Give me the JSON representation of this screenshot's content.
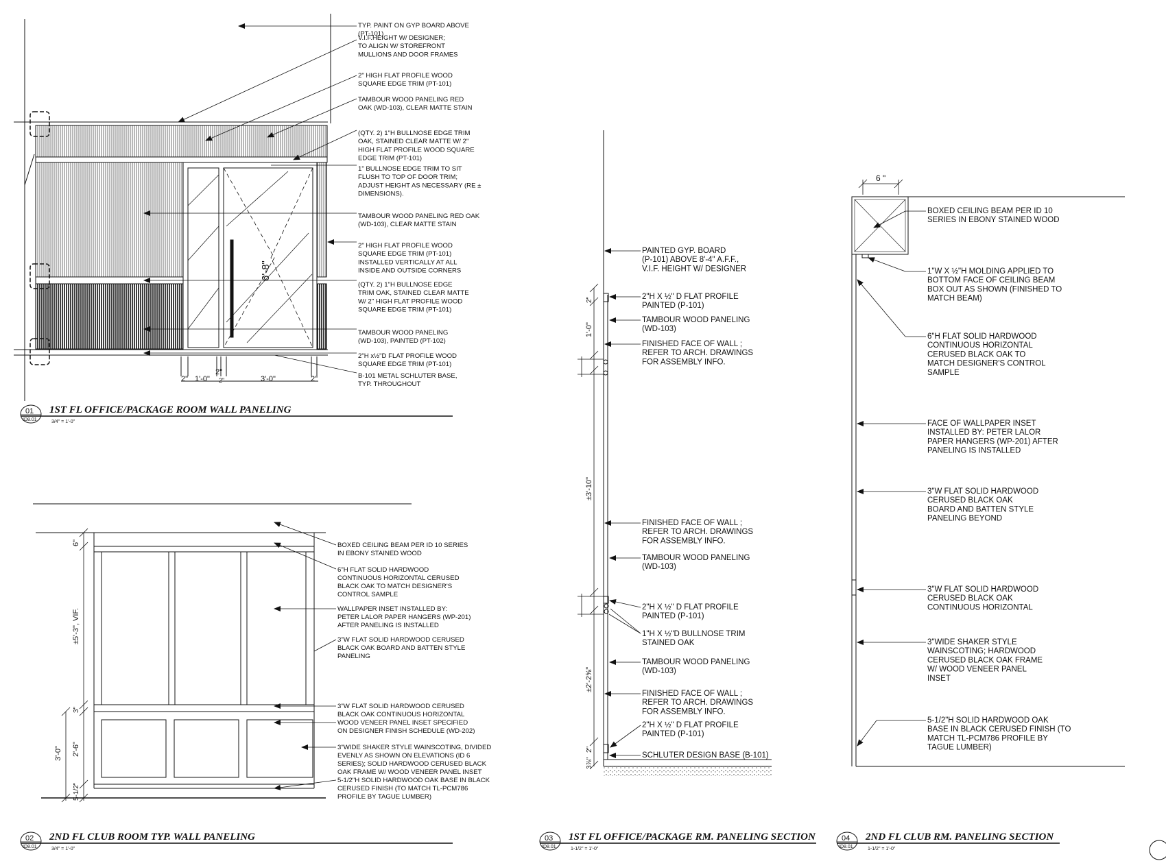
{
  "elevation_01": {
    "notes": [
      [
        "TYP. PAINT ON GYP BOARD ABOVE",
        "(PT-101)"
      ],
      [
        "V.I.F.HEIGHT W/ DESIGNER;",
        "TO ALIGN W/ STOREFRONT",
        "MULLIONS AND DOOR FRAMES"
      ],
      [
        "2\" HIGH FLAT PROFILE WOOD",
        "SQUARE EDGE TRIM (PT-101)"
      ],
      [
        "TAMBOUR WOOD PANELING RED",
        "OAK (WD-103), CLEAR MATTE STAIN"
      ],
      [
        "(QTY. 2) 1\"H BULLNOSE EDGE TRIM",
        "OAK, STAINED CLEAR MATTE W/ 2\"",
        "HIGH FLAT PROFILE WOOD SQUARE",
        "EDGE TRIM (PT-101)"
      ],
      [
        "1\" BULLNOSE EDGE TRIM TO SIT",
        "FLUSH TO TOP OF DOOR TRIM;",
        "ADJUST HEIGHT AS NECESSARY (RE ±",
        "DIMENSIONS)."
      ],
      [
        "TAMBOUR WOOD PANELING RED OAK",
        "(WD-103), CLEAR MATTE STAIN"
      ],
      [
        "2\" HIGH FLAT PROFILE WOOD",
        "SQUARE EDGE TRIM (PT-101)",
        "INSTALLED VERTICALLY AT ALL",
        "INSIDE AND OUTSIDE CORNERS"
      ],
      [
        "(QTY. 2) 1\"H BULLNOSE EDGE",
        "TRIM OAK, STAINED CLEAR MATTE",
        "W/ 2\" HIGH FLAT PROFILE WOOD",
        "SQUARE EDGE TRIM (PT-101)"
      ],
      [
        "TAMBOUR WOOD PANELING",
        "(WD-103), PAINTED (PT-102)"
      ],
      [
        "2\"H x½\"D  FLAT PROFILE WOOD",
        "SQUARE EDGE TRIM (PT-101)"
      ],
      [
        "B-101 METAL SCHLUTER BASE,",
        "TYP. THROUGHOUT"
      ]
    ],
    "dims": [
      "2\"",
      "1'-0\"",
      "2\"",
      "3'-0\"",
      "2\"",
      "2\""
    ],
    "door_height": "6'-8\"",
    "number": "01",
    "sheet": "ID8.01",
    "title": "1ST FL OFFICE/PACKAGE ROOM WALL PANELING",
    "scale": "3/4\" = 1'-0\""
  },
  "elevation_02": {
    "notes": [
      [
        "BOXED CEILING BEAM PER ID 10 SERIES",
        "IN EBONY STAINED WOOD"
      ],
      [
        "6\"H FLAT SOLID HARDWOOD",
        "CONTINUOUS HORIZONTAL CERUSED",
        "BLACK OAK TO  MATCH DESIGNER'S",
        "CONTROL SAMPLE"
      ],
      [
        "WALLPAPER INSET INSTALLED BY:",
        "PETER LALOR PAPER HANGERS (WP-201)",
        "AFTER PANELING IS INSTALLED"
      ],
      [
        "3\"W FLAT SOLID HARDWOOD CERUSED",
        "BLACK OAK BOARD AND BATTEN STYLE",
        "PANELING"
      ],
      [
        "3\"W FLAT SOLID HARDWOOD CERUSED",
        "BLACK OAK CONTINUOUS HORIZONTAL"
      ],
      [
        "WOOD VENEER PANEL INSET SPECIFIED",
        "ON DESIGNER FINISH SCHEDULE (WD-202)"
      ],
      [
        "3\"WIDE SHAKER STYLE WAINSCOTING, DIVIDED",
        "EVENLY AS SHOWN ON ELEVATIONS (ID 6",
        "SERIES); SOLID HARDWOOD CERUSED BLACK",
        "OAK FRAME W/ WOOD VENEER PANEL INSET"
      ],
      [
        "5-1/2\"H SOLID HARDWOOD OAK BASE IN BLACK",
        "CERUSED FINISH (TO MATCH TL-PCM786",
        "PROFILE BY TAGUE LUMBER)"
      ]
    ],
    "dims": [
      "6\"",
      "±5'-3\", VIF.",
      "3\"",
      "2'-6\"",
      "3'-0\"",
      "5-1/2\""
    ],
    "number": "02",
    "sheet": "ID8.01",
    "title": "2ND FL CLUB ROOM TYP. WALL PANELING",
    "scale": "3/4\" = 1'-0\""
  },
  "section_03": {
    "notes": [
      [
        "PAINTED GYP. BOARD",
        "(P-101) ABOVE 8'-4\" A.F.F.,",
        "V.I.F. HEIGHT W/ DESIGNER"
      ],
      [
        "2\"H X ½\" D FLAT PROFILE",
        "PAINTED (P-101)"
      ],
      [
        "TAMBOUR WOOD PANELING",
        "(WD-103)"
      ],
      [
        "FINISHED FACE OF WALL ;",
        "REFER TO ARCH. DRAWINGS",
        "FOR ASSEMBLY INFO."
      ],
      [
        "FINISHED FACE OF WALL ;",
        "REFER TO ARCH. DRAWINGS",
        "FOR ASSEMBLY INFO."
      ],
      [
        "TAMBOUR WOOD PANELING",
        "(WD-103)"
      ],
      [
        "2\"H X ½\" D FLAT PROFILE",
        "PAINTED (P-101)"
      ],
      [
        "1\"H X ½\"D BULLNOSE TRIM",
        "STAINED OAK"
      ],
      [
        "TAMBOUR WOOD PANELING",
        "(WD-103)"
      ],
      [
        "FINISHED FACE OF WALL ;",
        "REFER TO ARCH. DRAWINGS",
        "FOR ASSEMBLY INFO."
      ],
      [
        "2\"H X ½\" D FLAT PROFILE",
        "PAINTED (P-101)"
      ],
      [
        "SCHLUTER DESIGN BASE (B-101)"
      ]
    ],
    "dims": [
      "2\"",
      "1'-0\"",
      "±3'-10\"",
      "±2'-2⅝\"",
      "2\"",
      "3⅞\""
    ],
    "number": "03",
    "sheet": "ID8.01",
    "title": "1ST FL OFFICE/PACKAGE RM. PANELING SECTION",
    "scale": "1-1/2\" = 1'-0\""
  },
  "section_04": {
    "notes": [
      [
        "BOXED CEILING BEAM PER ID 10",
        "SERIES IN EBONY STAINED WOOD"
      ],
      [
        "1\"W X ½\"H MOLDING APPLIED TO",
        "BOTTOM FACE OF CEILING BEAM",
        "BOX OUT AS SHOWN (FINISHED TO",
        "MATCH BEAM)"
      ],
      [
        "6\"H FLAT SOLID HARDWOOD",
        "CONTINUOUS HORIZONTAL",
        "CERUSED BLACK OAK TO",
        "MATCH DESIGNER'S CONTROL",
        "SAMPLE"
      ],
      [
        "FACE OF WALLPAPER INSET",
        "INSTALLED BY: PETER LALOR",
        "PAPER HANGERS (WP-201) AFTER",
        "PANELING IS INSTALLED"
      ],
      [
        "3\"W FLAT SOLID HARDWOOD",
        "CERUSED BLACK OAK",
        "BOARD AND BATTEN STYLE",
        "PANELING BEYOND"
      ],
      [
        "3\"W FLAT SOLID HARDWOOD",
        "CERUSED BLACK OAK",
        "CONTINUOUS HORIZONTAL"
      ],
      [
        "3\"WIDE SHAKER STYLE",
        "WAINSCOTING; HARDWOOD",
        "CERUSED BLACK OAK FRAME",
        "W/ WOOD VENEER PANEL",
        "INSET"
      ],
      [
        "5-1/2\"H SOLID HARDWOOD OAK",
        "BASE IN BLACK CERUSED FINISH (TO",
        "MATCH TL-PCM786 PROFILE BY",
        "TAGUE LUMBER)"
      ]
    ],
    "dims": [
      "6 \""
    ],
    "number": "04",
    "sheet": "ID8.01",
    "title": "2ND FL CLUB RM. PANELING SECTION",
    "scale": "1-1/2\" = 1'-0\""
  },
  "colors": {
    "ink": "#111111",
    "paper": "#ffffff"
  }
}
